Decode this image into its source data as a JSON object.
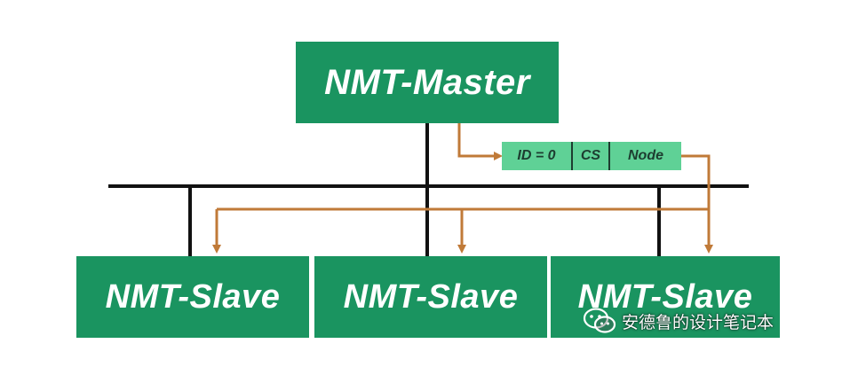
{
  "colors": {
    "node_fill": "#1a9460",
    "frame_fill": "#5fd196",
    "bus_line": "#111111",
    "message_line": "#c07a38"
  },
  "master": {
    "label": "NMT-Master"
  },
  "slaves": [
    {
      "label": "NMT-Slave"
    },
    {
      "label": "NMT-Slave"
    },
    {
      "label": "NMT-Slave"
    }
  ],
  "frame": {
    "fields": [
      "ID = 0",
      "CS",
      "Node"
    ]
  },
  "watermark": {
    "icon": "wechat-icon",
    "text": "安德鲁的设计笔记本"
  }
}
